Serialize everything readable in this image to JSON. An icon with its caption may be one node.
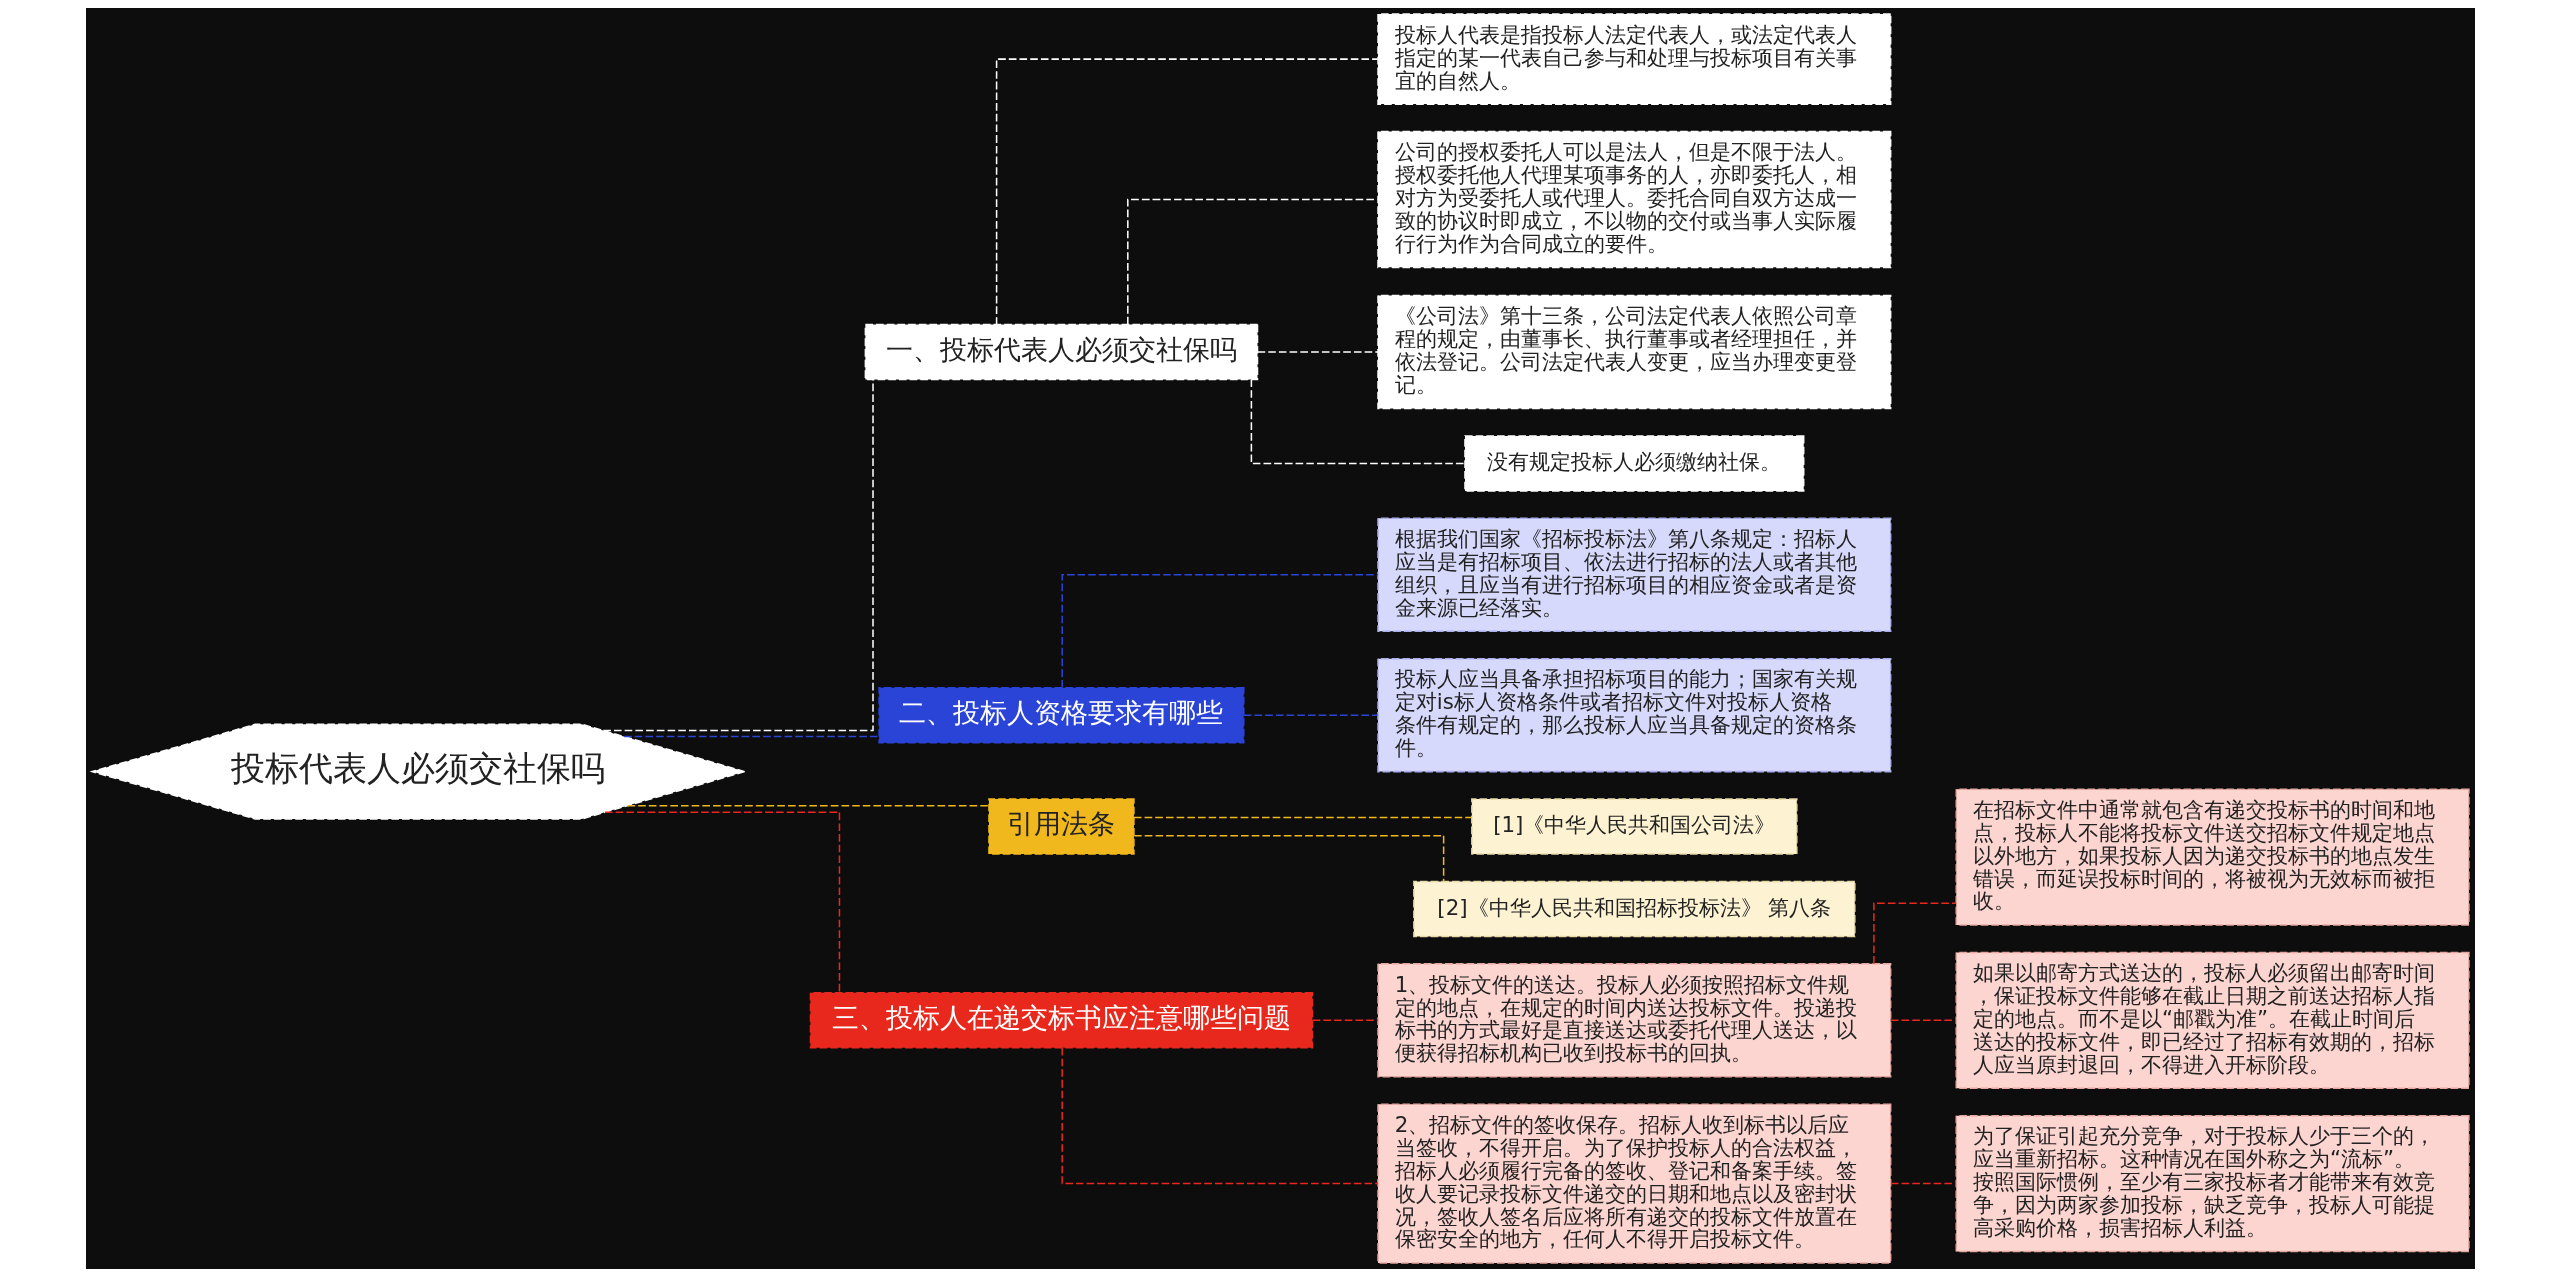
{
  "diagram": {
    "nodes": [
      {
        "text": [
          "投标代表人必须交社保吗"
        ]
      },
      {
        "text": [
          "一、投标代表人必须交社保吗"
        ]
      },
      {
        "text": [
          "投标人代表是指投标人法定代表人，或法定代表人指定的某一代表自己参与和处理与投标项目有关事宜的自然人。"
        ]
      },
      {
        "text": [
          "公司的授权委托人可以是法人，但是不限于法人。授权委托他人代理某项事务的人，亦即委托人，相对方为受委托人或代理人。委托合同自双方达成一致的协议时即成立，不以物的交付或当事人实际履行行为作为合同成立的要件。"
        ]
      },
      {
        "text": [
          "《公司法》第十三条，公司法定代表人依照公司章程的规定，由董事长、执行董事或者经理担任，并依法登记。公司法定代表人变更，应当办理变更登记。"
        ]
      },
      {
        "text": [
          "没有规定投标人必须缴纳社保。"
        ]
      },
      {
        "text": [
          "二、投标人资格要求有哪些"
        ]
      },
      {
        "text": [
          "根据我们国家《招标投标法》第八条规定：招标人应当是有招标项目、依法进行招标的法人或者其他组织，且应当有进行招标项目的相应资金或者是资金来源已经落实。"
        ]
      },
      {
        "text": [
          "投标人应当具备承担招标项目的能力；国家有关规定对is标人资格条件或者招标文件对投标人资格条件有规定的，那么投标人应当具备规定的资格条件。"
        ]
      },
      {
        "text": [
          "引用法条"
        ]
      },
      {
        "text": [
          "[1]《中华人民共和国公司法》"
        ]
      },
      {
        "text": [
          "[2]《中华人民共和国招标投标法》 第八条"
        ]
      },
      {
        "text": [
          "三、投标人在递交标书应注意哪些问题"
        ]
      },
      {
        "text": [
          "1、投标文件的送达。投标人必须按照招标文件规定的地点，在规定的时间内送达投标文件。投递投标书的方式最好是直接送达或委托代理人送达，以便获得招标机构已收到投标书的回执。"
        ]
      },
      {
        "text": [
          "在招标文件中通常就包含有递交投标书的时间和地点，投标人不能将投标文件送交招标文件规定地点以外地方，如果投标人因为递交投标书的地点发生错误，而延误投标时间的，将被视为无效标而被拒收。"
        ]
      },
      {
        "text": [
          "如果以邮寄方式送达的，投标人必须留出邮寄时间，保证投标文件能够在截止日期之前送达招标人指定的地点。而不是以“邮戳为准”。在截止时间后送达的投标文件，即已经过了招标有效期的，招标人应当原封退回，不得进入开标阶段。"
        ]
      },
      {
        "text": [
          "2、招标文件的签收保存。招标人收到标书以后应当签收，不得开启。为了保护投标人的合法权益，招标人必须履行完备的签收、登记和备案手续。签收人要记录投标文件递交的日期和地点以及密封状况，签收人签名后应将所有递交的投标文件放置在保密安全的地方，任何人不得开启投标文件。"
        ]
      },
      {
        "text": [
          "为了保证引起充分竞争，对于投标人少于三个的，应当重新招标。这种情况在国外称之为“流标”。按照国际惯例，至少有三家投标者才能带来有效竞争，因为两家参加投标，缺乏竞争，投标人可能提高采购价格，损害招标人利益。"
        ]
      }
    ],
    "edges": [
      {
        "from": 0,
        "to": 1,
        "arrow": "none",
        "style": "dashed",
        "color": "#ffffff"
      },
      {
        "from": 1,
        "to": 2,
        "arrow": "none",
        "style": "dashed",
        "color": "#ffffff"
      },
      {
        "from": 1,
        "to": 3,
        "arrow": "none",
        "style": "dashed",
        "color": "#ffffff"
      },
      {
        "from": 1,
        "to": 4,
        "arrow": "none",
        "style": "dashed",
        "color": "#ffffff"
      },
      {
        "from": 1,
        "to": 5,
        "arrow": "none",
        "style": "dashed",
        "color": "#ffffff"
      },
      {
        "from": 0,
        "to": 6,
        "arrow": "none",
        "style": "dashed",
        "color": "#2a44d8"
      },
      {
        "from": 6,
        "to": 7,
        "arrow": "none",
        "style": "dashed",
        "color": "#2a44d8"
      },
      {
        "from": 6,
        "to": 8,
        "arrow": "none",
        "style": "dashed",
        "color": "#2a44d8"
      },
      {
        "from": 0,
        "to": 9,
        "arrow": "none",
        "style": "dashed",
        "color": "#f0b81c"
      },
      {
        "from": 9,
        "to": 10,
        "arrow": "none",
        "style": "dashed",
        "color": "#f0b81c"
      },
      {
        "from": 9,
        "to": 11,
        "arrow": "none",
        "style": "dashed",
        "color": "#f0b81c"
      },
      {
        "from": 0,
        "to": 12,
        "arrow": "none",
        "style": "dashed",
        "color": "#e8281c"
      },
      {
        "from": 12,
        "to": 13,
        "arrow": "none",
        "style": "dashed",
        "color": "#e8281c"
      },
      {
        "from": 13,
        "to": 14,
        "arrow": "none",
        "style": "dashed",
        "color": "#e8281c"
      },
      {
        "from": 13,
        "to": 15,
        "arrow": "none",
        "style": "dashed",
        "color": "#e8281c"
      },
      {
        "from": 12,
        "to": 16,
        "arrow": "none",
        "style": "dashed",
        "color": "#e8281c"
      },
      {
        "from": 16,
        "to": 17,
        "arrow": "none",
        "style": "dashed",
        "color": "#e8281c"
      }
    ]
  }
}
